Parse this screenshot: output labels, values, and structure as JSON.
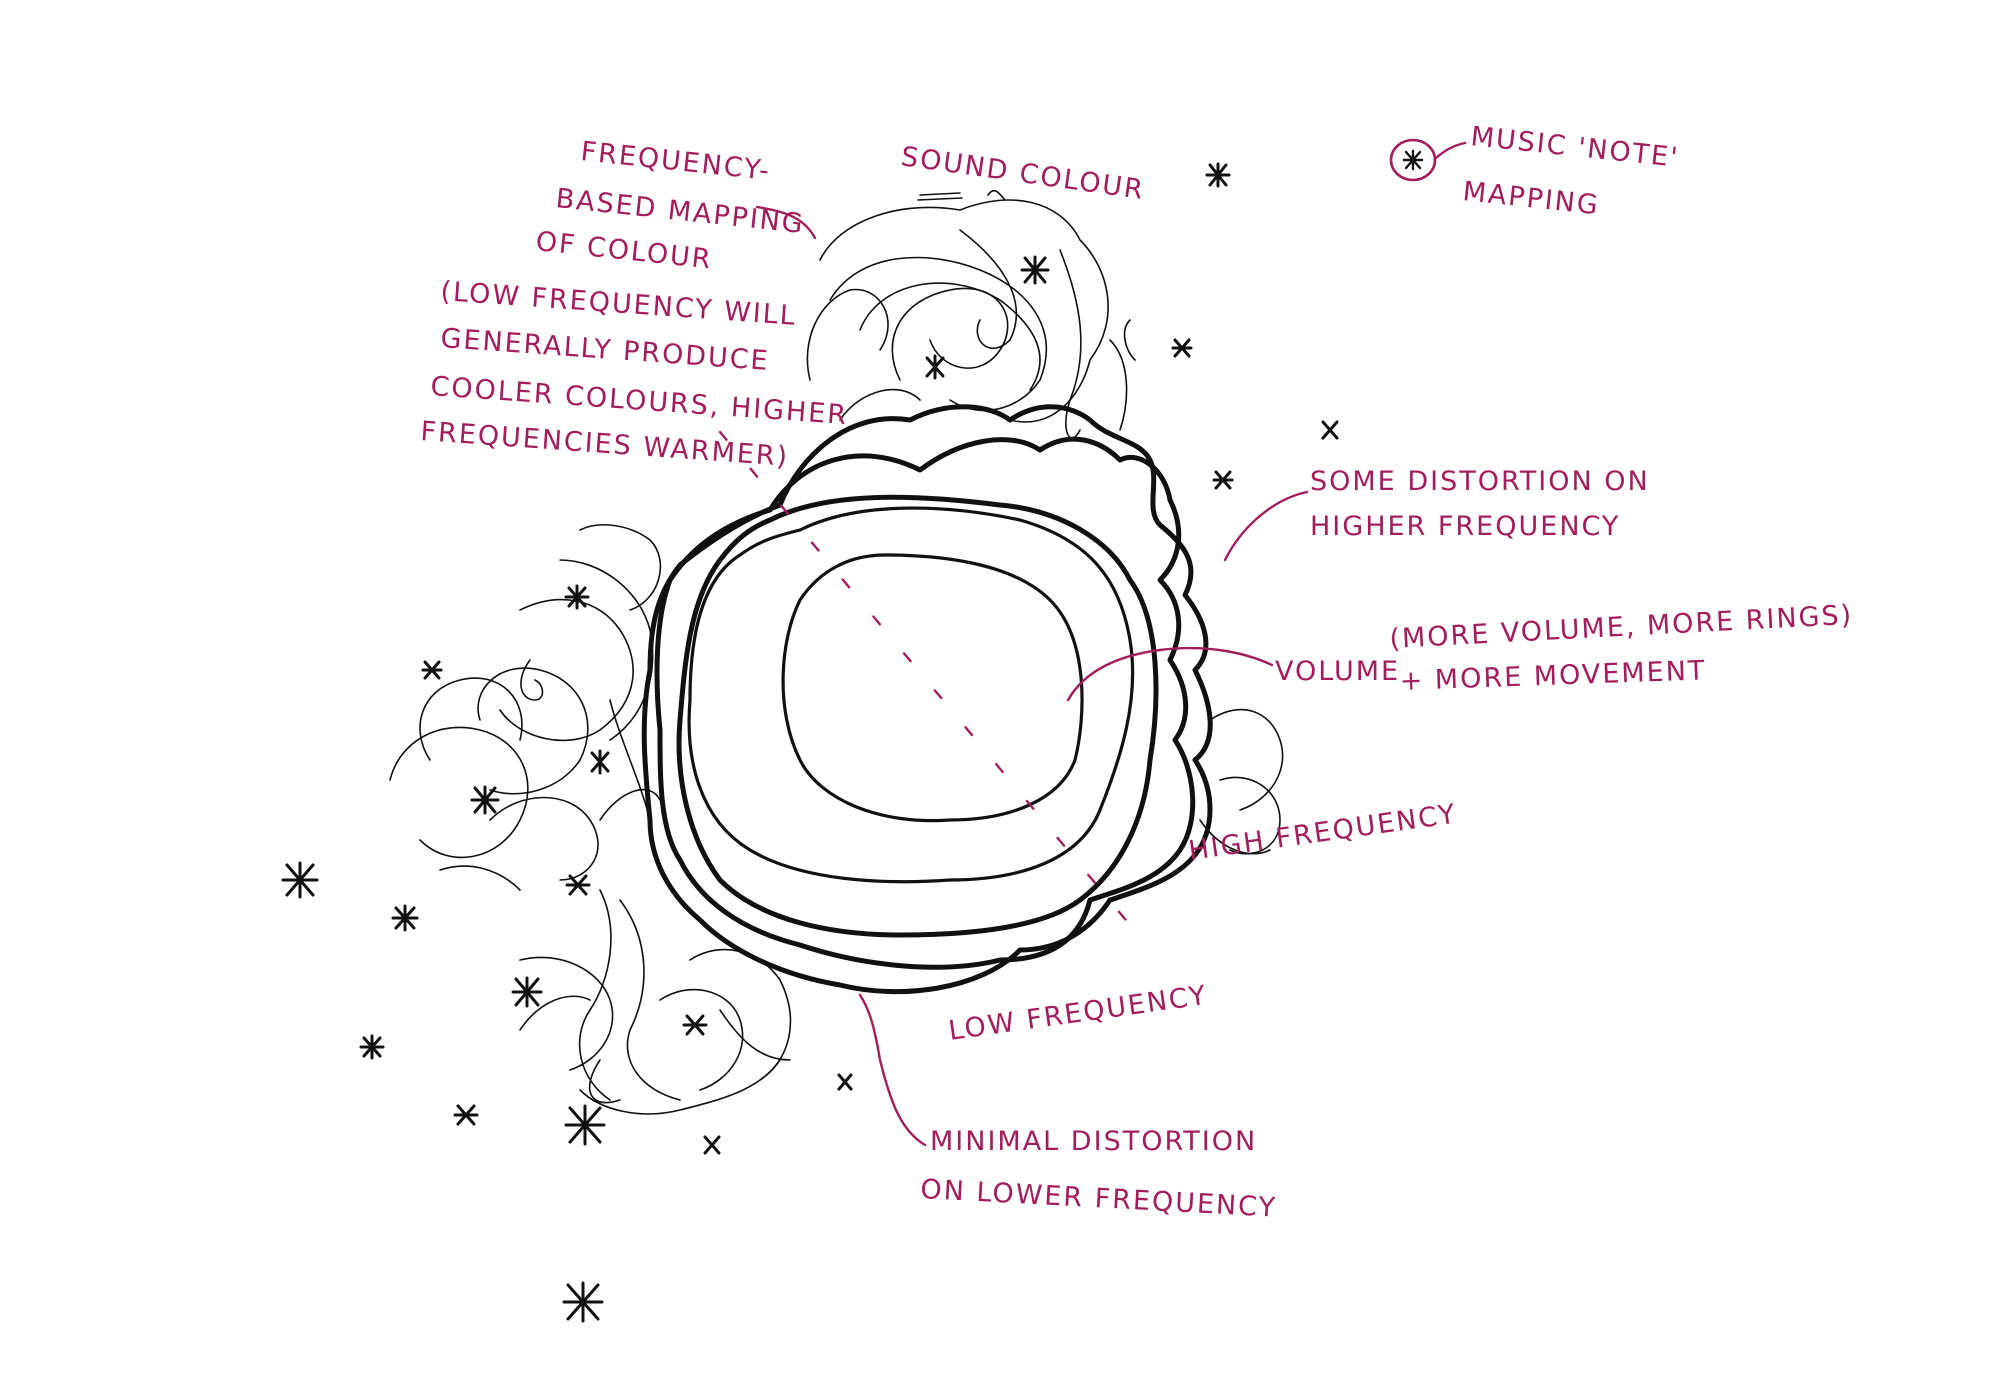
{
  "labels": {
    "sound_colour": "SOUND COLOUR",
    "music_note_1": "MUSIC 'NOTE'",
    "music_note_2": "MAPPING",
    "freq_mapping_1": "FREQUENCY-",
    "freq_mapping_2": "BASED MAPPING",
    "freq_mapping_3": "OF COLOUR",
    "low_freq_note_1": "(LOW FREQUENCY WILL",
    "low_freq_note_2": "GENERALLY PRODUCE",
    "low_freq_note_3": "COOLER COLOURS, HIGHER",
    "low_freq_note_4": "FREQUENCIES WARMER)",
    "some_distortion_1": "SOME DISTORTION ON",
    "some_distortion_2": "HIGHER FREQUENCY",
    "volume": "VOLUME",
    "volume_note_1": "(MORE VOLUME, MORE RINGS)",
    "volume_note_2": "+ MORE MOVEMENT",
    "high_frequency": "HIGH FREQUENCY",
    "low_frequency": "LOW FREQUENCY",
    "minimal_distortion_1": "MINIMAL DISTORTION",
    "minimal_distortion_2": "ON LOWER FREQUENCY"
  },
  "colors": {
    "annotation": "#a31d5c",
    "ink": "#111111",
    "background": "#ffffff"
  }
}
